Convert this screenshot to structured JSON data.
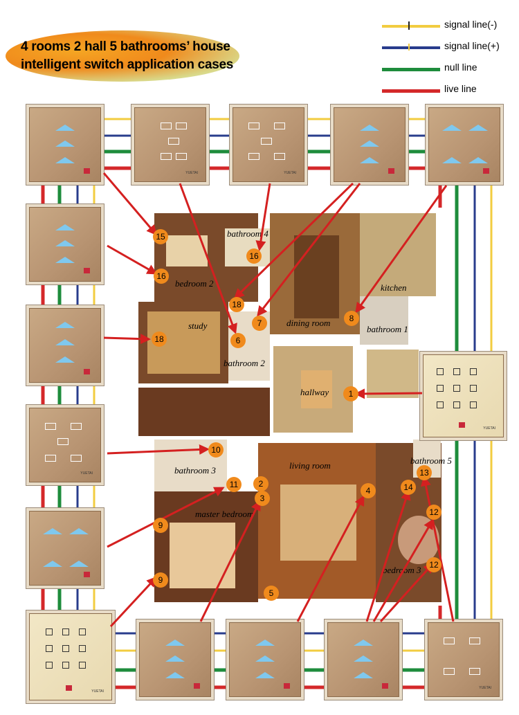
{
  "title": {
    "line1": "4 rooms 2 hall 5 bathrooms’ house",
    "line2": "intelligent switch application cases"
  },
  "legend": [
    {
      "label": "signal line(-)",
      "color": "#f2cc40"
    },
    {
      "label": "signal line(+)",
      "color": "#283c8c"
    },
    {
      "label": "null line",
      "color": "#1e8c3c"
    },
    {
      "label": "live line",
      "color": "#d4282a"
    }
  ],
  "colors": {
    "arrow": "#d42020",
    "badge": "#f08a1c",
    "panel": "#b89472",
    "triangle": "#7fc8ee"
  },
  "rooms": {
    "bathroom4": "bathroom 4",
    "bedroom2": "bedroom 2",
    "study": "study",
    "dining": "dining room",
    "kitchen": "kitchen",
    "bathroom1": "bathroom 1",
    "bathroom2": "bathroom 2",
    "hallway": "hallway",
    "bathroom3": "bathroom 3",
    "living": "living room",
    "bathroom5": "bathroom 5",
    "master": "master bedroom",
    "bedroom3": "bedroom 3"
  },
  "badges": {
    "b15": "15",
    "b16a": "16",
    "b16b": "16",
    "b18a": "18",
    "b18b": "18",
    "b7": "7",
    "b6": "6",
    "b8": "8",
    "b1": "1",
    "b10": "10",
    "b11": "11",
    "b2": "2",
    "b3": "3",
    "b4": "4",
    "b9a": "9",
    "b9b": "9",
    "b5": "5",
    "b13": "13",
    "b14": "14",
    "b12a": "12",
    "b12b": "12"
  },
  "brand": "YUETAI"
}
